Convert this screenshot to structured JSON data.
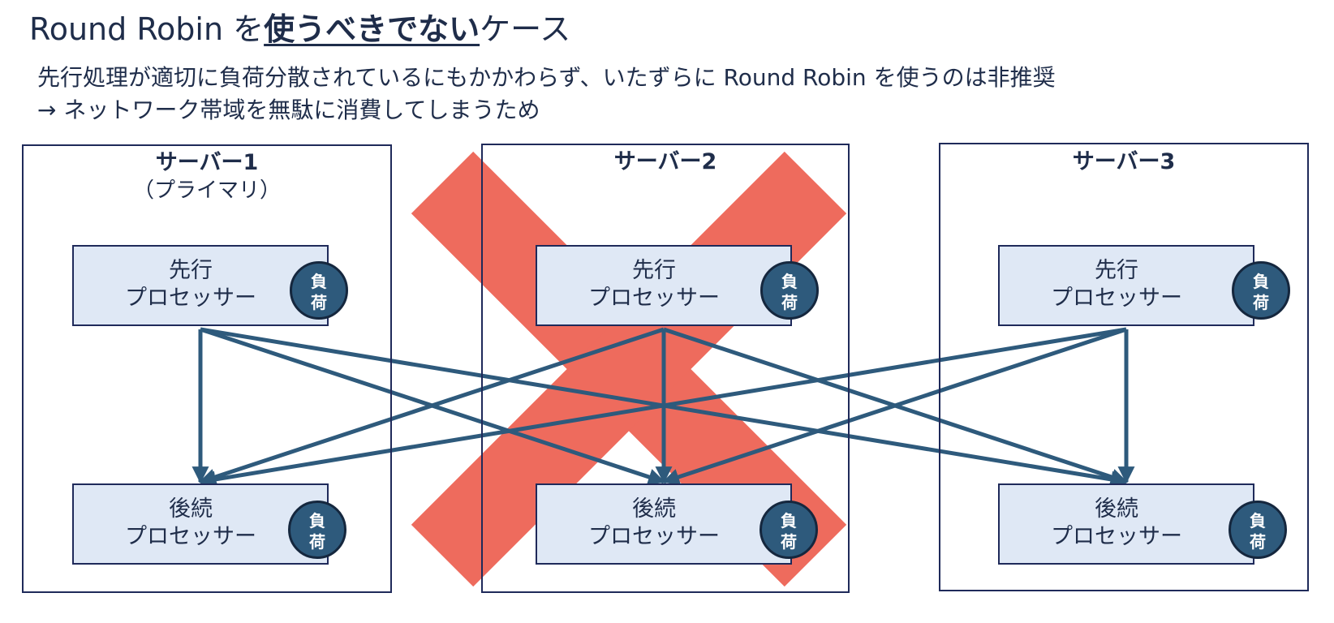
{
  "title": {
    "prefix": "Round Robin を",
    "emphasis": "使うべきでない",
    "suffix": "ケース"
  },
  "description": {
    "line1": "先行処理が適切に負荷分散されているにもかかわらず、いたずらに Round Robin を使うのは非推奨",
    "line2": "→ ネットワーク帯域を無駄に消費してしまうため"
  },
  "servers": [
    {
      "title": "サーバー1",
      "subtitle": "（プライマリ）"
    },
    {
      "title": "サーバー2"
    },
    {
      "title": "サーバー3"
    }
  ],
  "processors": {
    "upstream_line1": "先行",
    "downstream_line1": "後続",
    "line2": "プロセッサー"
  },
  "badge": {
    "line1": "負",
    "line2": "荷"
  },
  "colors": {
    "cross": "#ee6b5d",
    "arrow": "#2e5a7c",
    "processor_fill": "#dfe8f5",
    "border": "#1f2a5a",
    "badge": "#2e5a7c"
  },
  "icons": {
    "cross": "x-mark-icon"
  }
}
